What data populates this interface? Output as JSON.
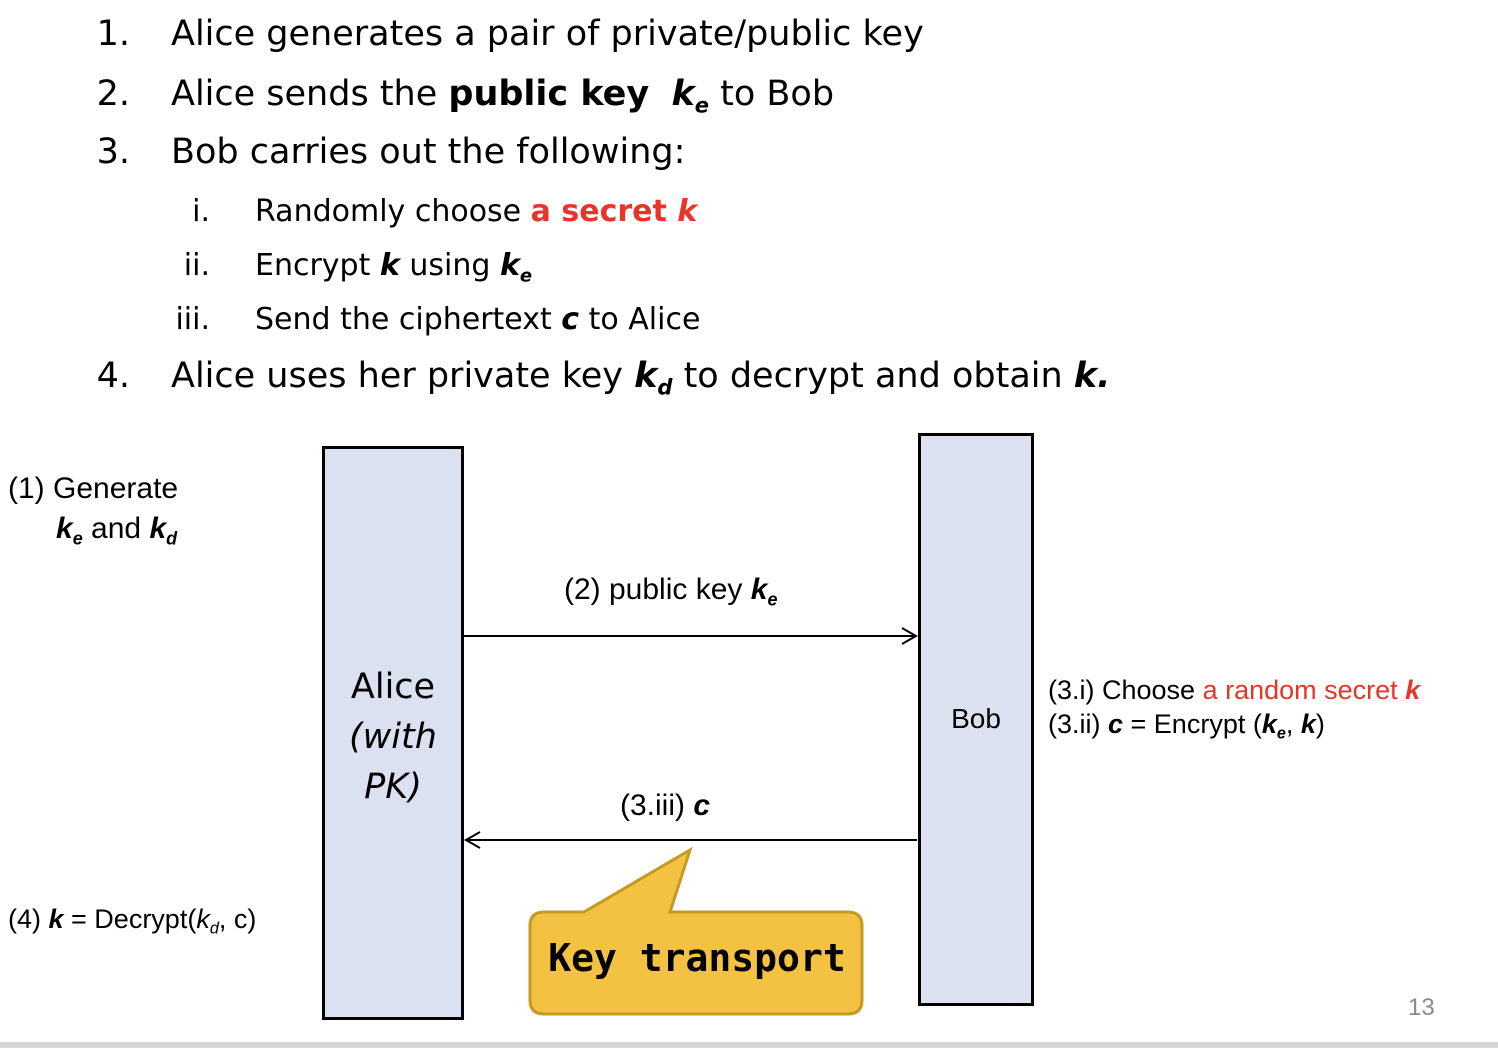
{
  "steps": [
    {
      "num": "1.",
      "text": "Alice generates a pair of private/public key"
    },
    {
      "num": "2.",
      "pre": "Alice sends the ",
      "bold": "public key",
      "var": "k",
      "var_sub": "e",
      "post": " to Bob"
    },
    {
      "num": "3.",
      "text": "Bob carries out the following:"
    },
    {
      "num": "4.",
      "pre": "Alice uses her private key ",
      "var": "k",
      "var_sub": "d",
      "mid": " to decrypt and obtain ",
      "end": "k."
    }
  ],
  "substeps": [
    {
      "num": "i.",
      "pre": "Randomly choose ",
      "red": "a secret ",
      "red_var": "k"
    },
    {
      "num": "ii.",
      "pre": "Encrypt ",
      "var": "k",
      "mid": " using ",
      "var2": "k",
      "var2_sub": "e"
    },
    {
      "num": "iii.",
      "pre": "Send the ciphertext ",
      "var": "c",
      "post": " to Alice"
    }
  ],
  "diagram": {
    "gen": {
      "line1": "(1) Generate",
      "ke": "k",
      "ke_sub": "e",
      "and": " and ",
      "kd": "k",
      "kd_sub": "d"
    },
    "alice": {
      "name": "Alice",
      "with": "(with",
      "pk": "PK)"
    },
    "bob": {
      "name": "Bob"
    },
    "msg2": {
      "pre": "(2) public key ",
      "var": "k",
      "var_sub": "e"
    },
    "msg3": {
      "pre": "(3.iii) ",
      "var": "c"
    },
    "bob_note": {
      "line1_pre": "(3.i) Choose ",
      "line1_red": "a random secret ",
      "line1_var": "k",
      "line2_pre": "(3.ii) ",
      "line2_c": "c",
      "line2_mid": " =  Encrypt (",
      "line2_k": "k",
      "line2_sub": "e",
      "line2_comma": ", ",
      "line2_k2": "k",
      "line2_end": ")"
    },
    "decrypt": {
      "pre": "(4) ",
      "k": "k",
      "mid": " = Decrypt(",
      "kd": "k",
      "kd_sub": "d",
      "end": ", c)"
    },
    "callout": "Key transport"
  },
  "page_number": "13",
  "colors": {
    "box_fill": "#dce1f2",
    "callout_fill": "#f4c242",
    "callout_border": "#c49a23",
    "highlight": "#e8352a"
  }
}
